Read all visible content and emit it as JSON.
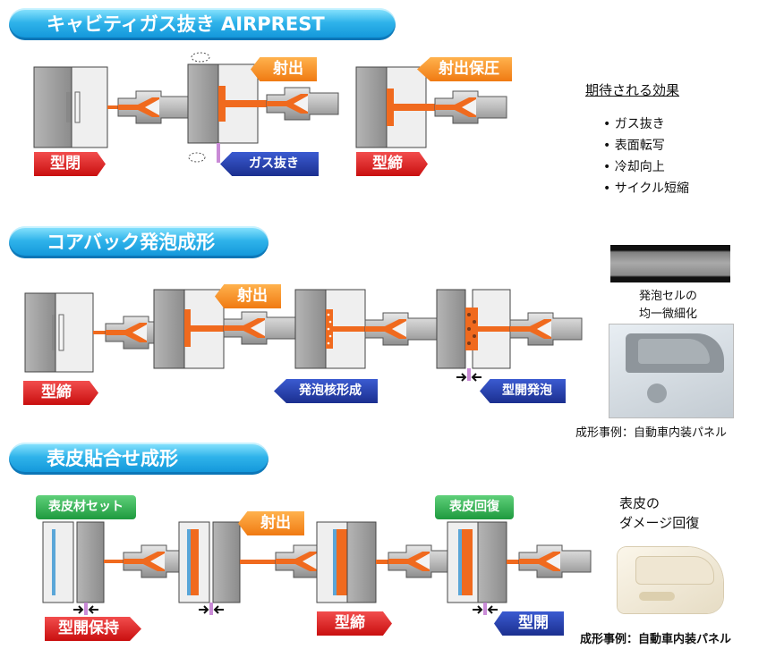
{
  "sections": {
    "gas_vent": {
      "title": "キャビティガス抜き AIRPREST",
      "tags": {
        "mold_close": "型閉",
        "injection": "射出",
        "gas_vent": "ガス抜き",
        "hold": "射出保圧",
        "clamp": "型締"
      },
      "effects_header": "期待される効果",
      "effects": [
        "• ガス抜き",
        "• 表面転写",
        "• 冷却向上",
        "• サイクル短縮"
      ]
    },
    "foam": {
      "title": "コアバック発泡成形",
      "tags": {
        "clamp": "型締",
        "injection": "射出",
        "nucleation": "発泡核形成",
        "open_foam": "型開発泡"
      },
      "caption1": "発泡セルの",
      "caption2": "均一微細化",
      "example": "成形事例：自動車内装パネル"
    },
    "skin": {
      "title": "表皮貼合せ成形",
      "tags": {
        "skin_set": "表皮材セット",
        "open_hold": "型開保持",
        "injection": "射出",
        "clamp": "型締",
        "recovery": "表皮回復",
        "open": "型開"
      },
      "caption1": "表皮の",
      "caption2": "ダメージ回復",
      "example": "成形事例：自動車内装パネル"
    }
  },
  "colors": {
    "title_blue": "#1fa3e0",
    "mold_gray": "#9a9a9a",
    "mold_light": "#f2f2f2",
    "resin_orange": "#f06a1e",
    "tag_red": "#d81b1b",
    "tag_blue": "#22379e",
    "tag_orange": "#f28a1c",
    "tag_green": "#2aa84a",
    "skin_blue": "#5aa6d8",
    "vent_purple": "#c98ad6"
  }
}
